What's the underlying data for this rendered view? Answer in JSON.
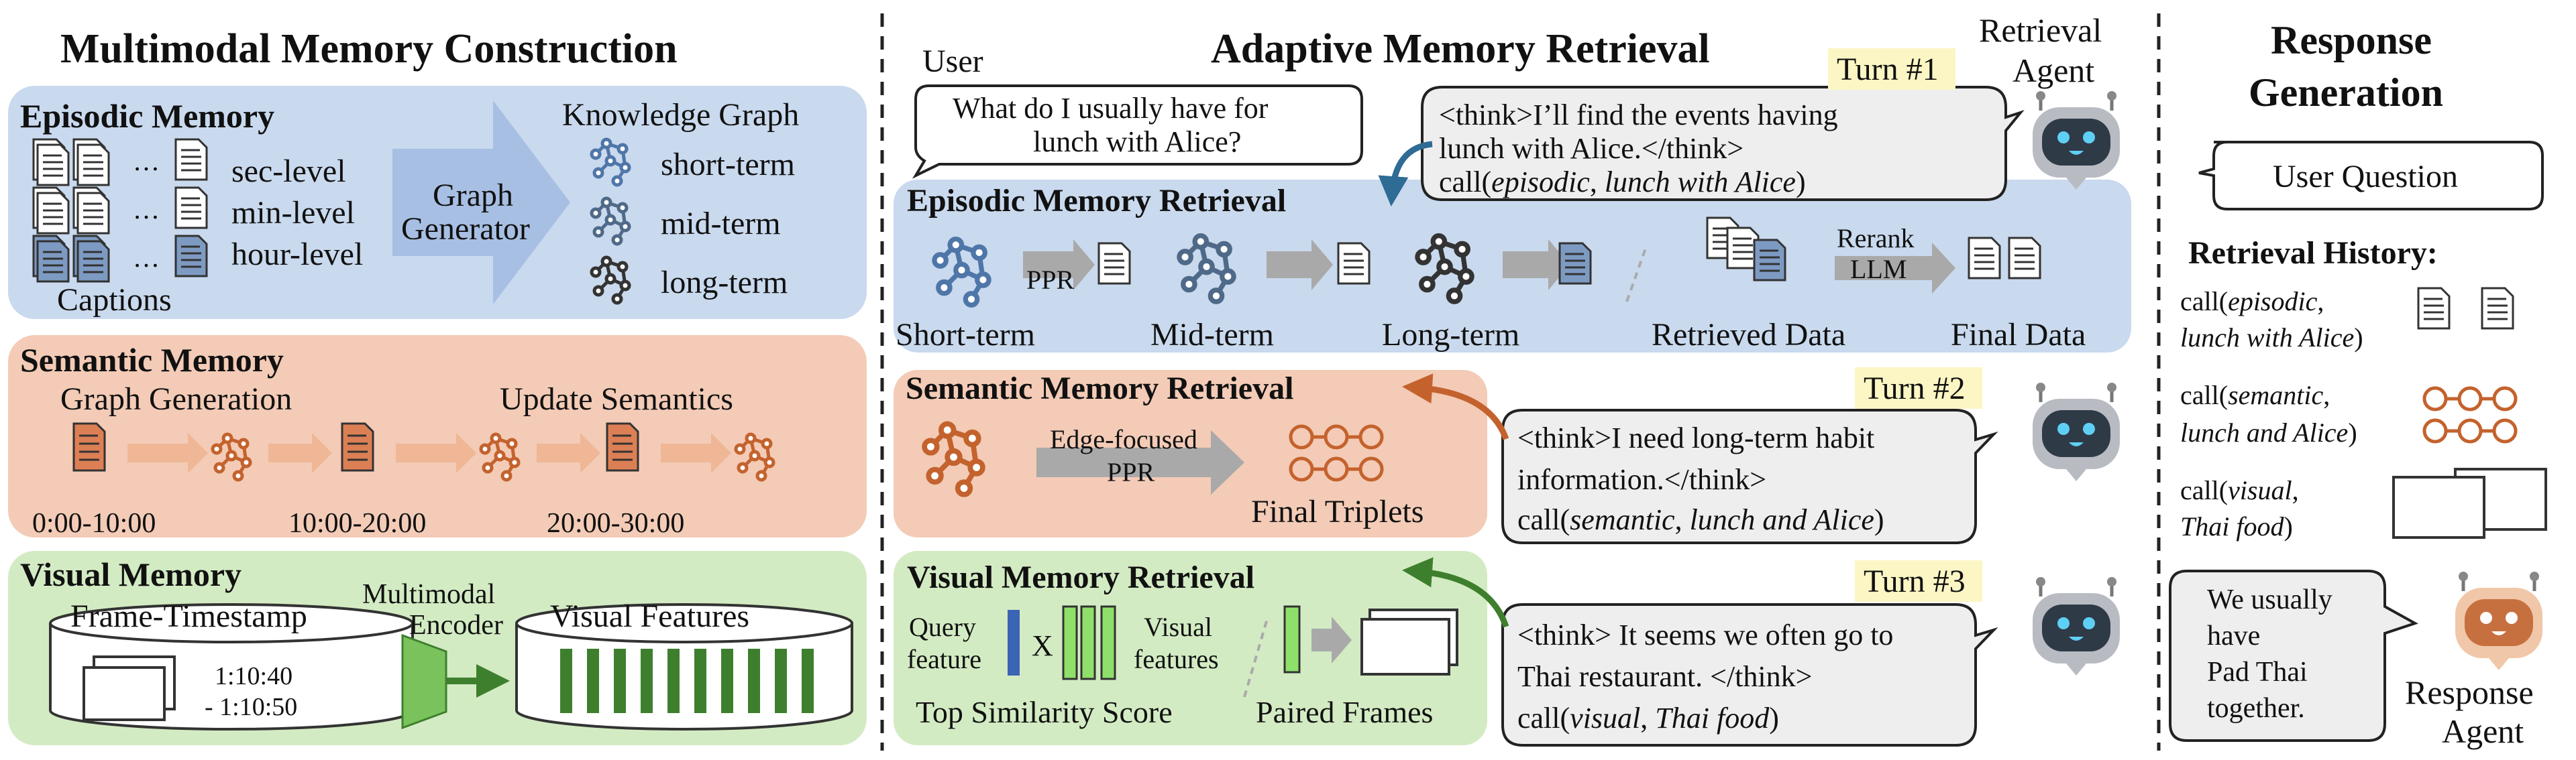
{
  "colors": {
    "episodic": "#c9d9ee",
    "semantic": "#f3cbb6",
    "visual": "#d3ebc3",
    "doc_orange": "#dc7f55",
    "triplet": "#c4622d",
    "green_arrow": "#3e7f2e",
    "blue_arrow": "#2e6b95",
    "turn_bg": "#fbf6c4"
  },
  "sections": {
    "construction": "Multimodal Memory Construction",
    "retrieval": "Adaptive Memory Retrieval",
    "generation_line1": "Response",
    "generation_line2": "Generation"
  },
  "episodic": {
    "title": "Episodic Memory",
    "levels": [
      "sec-level",
      "min-level",
      "hour-level"
    ],
    "captions": "Captions",
    "generator": [
      "Graph",
      "Generator"
    ],
    "kg_title": "Knowledge Graph",
    "kg_items": [
      "short-term",
      "mid-term",
      "long-term"
    ]
  },
  "semantic": {
    "title": "Semantic Memory",
    "graph_generation": "Graph Generation",
    "update_semantics": "Update Semantics",
    "times": [
      "0:00-10:00",
      "10:00-20:00",
      "20:00-30:00"
    ]
  },
  "visual": {
    "title": "Visual Memory",
    "frame_timestamp": "Frame-Timestamp",
    "encoder": [
      "Multimodal",
      "Encoder"
    ],
    "visual_features": "Visual Features",
    "time_range": [
      "1:10:40",
      "- 1:10:50"
    ]
  },
  "retrieval": {
    "user_label": "User",
    "user_query": [
      "What do I usually have for",
      "lunch with Alice?"
    ],
    "agent_label": [
      "Retrieval",
      "Agent"
    ],
    "turn1": "Turn #1",
    "turn2": "Turn #2",
    "turn3": "Turn #3",
    "think1": [
      "<think>I’ll find the events having",
      "lunch with Alice.</think>"
    ],
    "call1_pre": "call(",
    "call1_arg1": "episodic",
    "call1_sep": ", ",
    "call1_arg2": "lunch with Alice",
    "call1_post": ")",
    "think2": [
      "<think>I need long-term habit",
      "information.</think>"
    ],
    "call2_pre": "call(",
    "call2_arg1": "semantic",
    "call2_sep": ", ",
    "call2_arg2": "lunch and Alice",
    "call2_post": ")",
    "think3": [
      "<think> It seems we often go to",
      "Thai restaurant. </think>"
    ],
    "call3_pre": "call(",
    "call3_arg1": "visual",
    "call3_sep": ", ",
    "call3_arg2": "Thai food",
    "call3_post": ")",
    "episodic_title": "Episodic Memory Retrieval",
    "ppr": "PPR",
    "short_term": "Short-term",
    "mid_term": "Mid-term",
    "long_term": "Long-term",
    "rerank": "Rerank",
    "llm": "LLM",
    "retrieved_data": "Retrieved Data",
    "final_data": "Final Data",
    "semantic_title": "Semantic Memory Retrieval",
    "edge_focused": "Edge-focused",
    "edge_ppr": "PPR",
    "final_triplets": "Final Triplets",
    "visual_title": "Visual Memory Retrieval",
    "query_feature": [
      "Query",
      "feature"
    ],
    "times_symbol": "X",
    "visual_features": [
      "Visual",
      "features"
    ],
    "top_similarity": "Top Similarity Score",
    "paired_frames": "Paired Frames"
  },
  "generation": {
    "user_question": "User Question",
    "history_title": "Retrieval History:",
    "h1_pre": "call(",
    "h1_arg1": "episodic",
    "h1_sep": ",",
    "h1_arg2": "lunch with Alice",
    "h1_post": ")",
    "h2_pre": "call(",
    "h2_arg1": "semantic",
    "h2_sep": ",",
    "h2_arg2": "lunch and Alice",
    "h2_post": ")",
    "h3_pre": "call(",
    "h3_arg1": "visual",
    "h3_sep": ",",
    "h3_arg2": "Thai food",
    "h3_post": ")",
    "answer": [
      "We usually",
      "have",
      "Pad Thai",
      "together."
    ],
    "agent_label": [
      "Response",
      "Agent"
    ]
  }
}
